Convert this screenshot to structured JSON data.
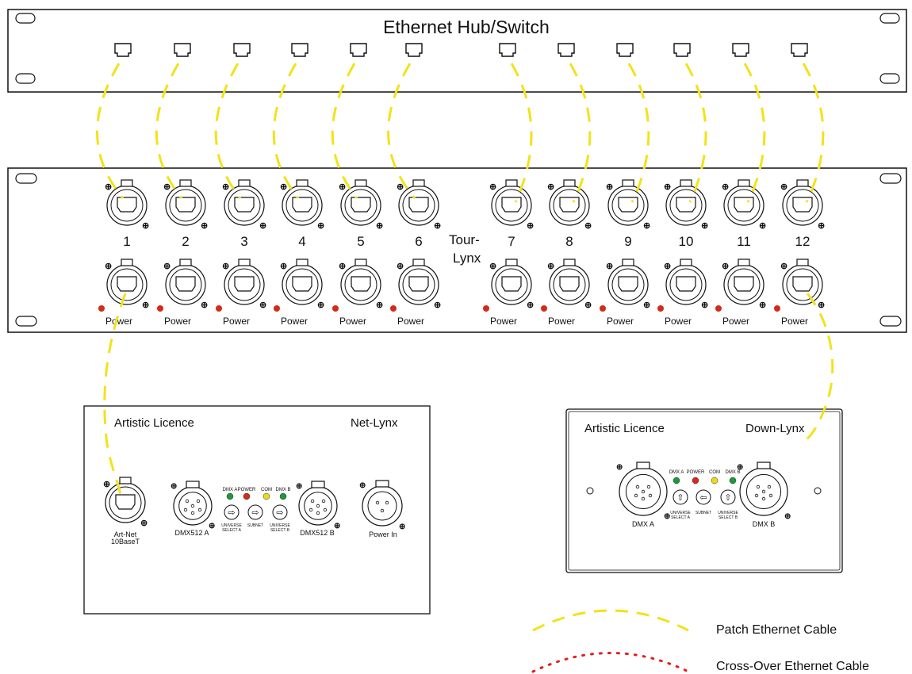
{
  "hub": {
    "title": "Ethernet Hub/Switch",
    "port_count": 12
  },
  "tourlynx": {
    "label_line1": "Tour-",
    "label_line2": "Lynx",
    "port_numbers": [
      "1",
      "2",
      "3",
      "4",
      "5",
      "6",
      "7",
      "8",
      "9",
      "10",
      "11",
      "12"
    ],
    "power_label": "Power"
  },
  "netlynx": {
    "brand": "Artistic Licence",
    "model": "Net-Lynx",
    "artnet_line1": "Art-Net",
    "artnet_line2": "10BaseT",
    "dmx_a_label": "DMX512 A",
    "dmx_b_label": "DMX512 B",
    "power_in_label": "Power In",
    "led_labels": [
      "DMX A",
      "POWER",
      "COM",
      "DMX B"
    ],
    "universe_a_line1": "UNIVERSE",
    "universe_a_line2": "SELECT A",
    "subnet_label": "SUBNET",
    "universe_b_line1": "UNIVERSE",
    "universe_b_line2": "SELECT B"
  },
  "downlynx": {
    "brand": "Artistic Licence",
    "model": "Down-Lynx",
    "dmx_a_label": "DMX A",
    "dmx_b_label": "DMX B",
    "led_labels": [
      "DMX A",
      "POWER",
      "COM",
      "DMX B"
    ],
    "universe_a_line1": "UNIVERSE",
    "universe_a_line2": "SELECT A",
    "subnet_label": "SUBNET",
    "universe_b_line1": "UNIVERSE",
    "universe_b_line2": "SELECT B"
  },
  "legend": {
    "patch_label": "Patch Ethernet Cable",
    "crossover_label": "Cross-Over Ethernet Cable"
  },
  "colors": {
    "patch_cable": "#f2e21a",
    "crossover_cable": "#e02020",
    "led_green": "#1a9a3a",
    "led_red": "#d42a1a",
    "led_yellow": "#ecd918",
    "outline": "#111111"
  }
}
